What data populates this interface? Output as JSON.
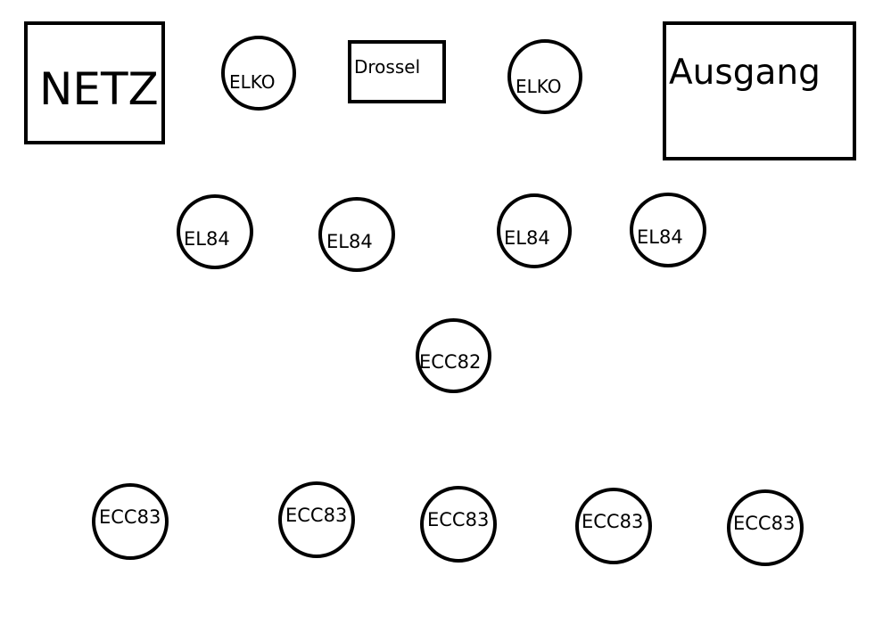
{
  "boxes": {
    "netz": "NETZ",
    "drossel": "Drossel",
    "ausgang": "Ausgang"
  },
  "elko": [
    "ELKO",
    "ELKO"
  ],
  "el84": [
    "EL84",
    "EL84",
    "EL84",
    "EL84"
  ],
  "ecc82": "ECC82",
  "ecc83": [
    "ECC83",
    "ECC83",
    "ECC83",
    "ECC83",
    "ECC83"
  ]
}
